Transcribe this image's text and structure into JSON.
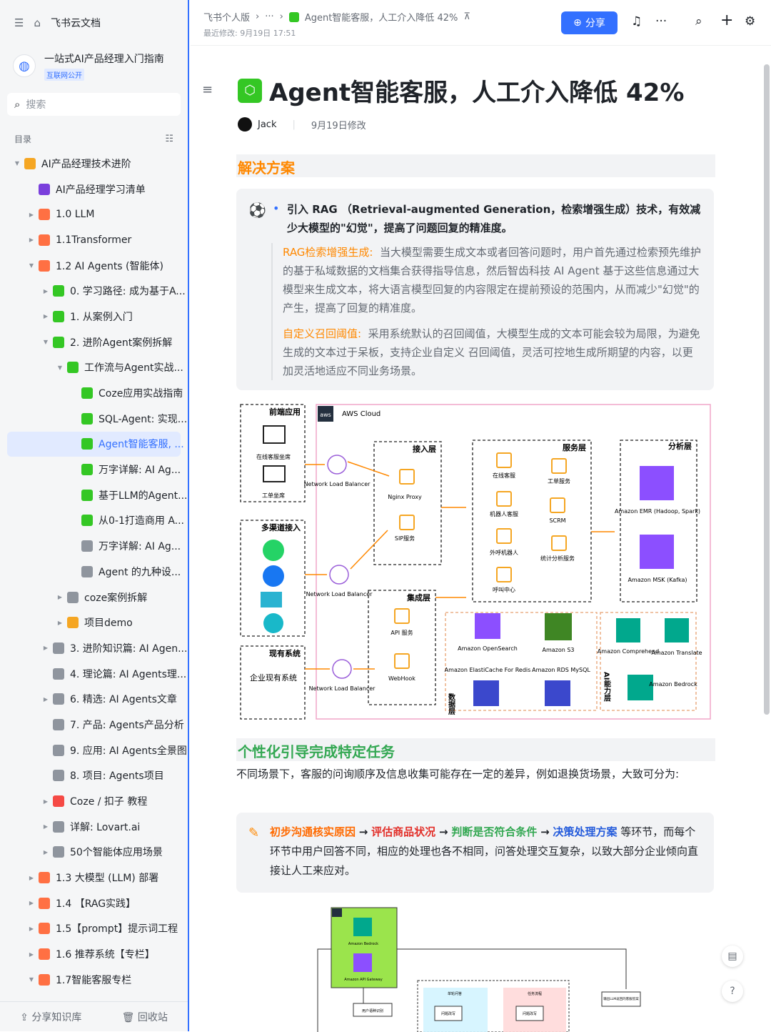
{
  "app": {
    "name": "飞书云文档"
  },
  "knowledge_base": {
    "title": "一站式AI产品经理入门指南",
    "tag": "互联网公开"
  },
  "search": {
    "placeholder": "搜索"
  },
  "toc": {
    "label": "目录"
  },
  "tree": [
    {
      "label": "AI产品经理技术进阶",
      "expanded": true
    },
    {
      "label": "AI产品经理学习清单"
    },
    {
      "label": "1.0 LLM"
    },
    {
      "label": "1.1Transformer"
    },
    {
      "label": "1.2 AI Agents (智能体)",
      "expanded": true
    },
    {
      "label": "0. 学习路径: 成为基于A..."
    },
    {
      "label": "1. 从案例入门"
    },
    {
      "label": "2. 进阶Agent案例拆解",
      "expanded": true
    },
    {
      "label": "工作流与Agent实战...",
      "expanded": true
    },
    {
      "label": "Coze应用实战指南"
    },
    {
      "label": "SQL-Agent: 实现..."
    },
    {
      "label": "Agent智能客服, ...",
      "active": true
    },
    {
      "label": "万字详解: AI Ag..."
    },
    {
      "label": "基于LLM的Agent..."
    },
    {
      "label": "从0-1打造商用 A..."
    },
    {
      "label": "万字详解: AI Ag..."
    },
    {
      "label": "Agent 的九种设..."
    },
    {
      "label": "coze案例拆解"
    },
    {
      "label": "项目demo"
    },
    {
      "label": "3. 进阶知识篇: AI Agen..."
    },
    {
      "label": "4. 理论篇: AI Agents理..."
    },
    {
      "label": "6. 精选: AI Agents文章"
    },
    {
      "label": "7. 产品: Agents产品分析"
    },
    {
      "label": "9. 应用: AI Agents全景图"
    },
    {
      "label": "8. 项目: Agents项目"
    },
    {
      "label": "Coze / 扣子 教程"
    },
    {
      "label": "详解: Lovart.ai"
    },
    {
      "label": "50个智能体应用场景"
    },
    {
      "label": "1.3 大模型 (LLM) 部署"
    },
    {
      "label": "1.4 【RAG实践】"
    },
    {
      "label": "1.5【prompt】提示词工程"
    },
    {
      "label": "1.6 推荐系统【专栏】"
    },
    {
      "label": "1.7智能客服专栏",
      "expanded": true
    }
  ],
  "footer": {
    "share": "分享知识库",
    "trash": "回收站"
  },
  "topbar": {
    "breadcrumb_root": "飞书个人版",
    "breadcrumb_more": "···",
    "breadcrumb_current": "Agent智能客服，人工介入降低 42%",
    "modified": "最近修改: 9月19日 17:51",
    "share_label": "分享"
  },
  "doc": {
    "title": "Agent智能客服，人工介入降低 42%",
    "author": "Jack",
    "modified": "9月19日修改",
    "section1": "解决方案",
    "bullet_title": "引入 RAG （Retrieval-augmented Generation，检索增强生成）技术，有效减少大模型的\"幻觉\"，提高了问题回复的精准度。",
    "rag_label": "RAG检索增强生成:",
    "rag_text": "当大模型需要生成文本或者回答问题时，用户首先通过检索预先维护的基于私域数据的文档集合获得指导信息，然后智齿科技 AI Agent 基于这些信息通过大模型来生成文本，将大语言模型回复的内容限定在提前预设的范围内，从而减少\"幻觉\"的产生，提高了回复的精准度。",
    "threshold_label": "自定义召回阈值:",
    "threshold_text": "采用系统默认的召回阈值，大模型生成的文本可能会较为局限，为避免生成的文本过于呆板，支持企业自定义 召回阈值，灵活可控地生成所期望的内容，以更加灵活地适应不同业务场景。",
    "section2": "个性化引导完成特定任务",
    "para": "不同场景下，客服的问询顺序及信息收集可能存在一定的差异，例如退换货场景，大致可分为:",
    "flow_steps": [
      "初步沟通核实原因",
      "评估商品状况",
      "判断是否符合条件",
      "决策处理方案"
    ],
    "flow_rest": "等环节，而每个环节中用户回答不同，相应的处理也各不相同，问答处理交互复杂，以致大部分企业倾向直接让人工来应对。"
  },
  "arch": {
    "frontend": "前端应用",
    "online_seat": "在线客服坐席",
    "ticket_seat": "工单坐席",
    "aws_cloud": "AWS Cloud",
    "aws_logo": "aws",
    "access_layer": "接入层",
    "nginx": "Nginx Proxy",
    "sip": "SIP服务",
    "service_layer": "服务层",
    "svc": [
      "在线客服",
      "工单服务",
      "机器人客服",
      "SCRM",
      "外呼机器人",
      "统计分析服务",
      "呼叫中心"
    ],
    "analysis_layer": "分析层",
    "emr": "Amazon EMR (Hadoop, Spark)",
    "msk": "Amazon MSK (Kafka)",
    "multichannel": "多渠道接入",
    "nlb": "Network Load Balancer",
    "integration_layer": "集成层",
    "api": "API 服务",
    "webhook": "WebHook",
    "legacy": "现有系统",
    "enterprise": "企业现有系统",
    "data_layer": "数据层",
    "opensearch": "Amazon OpenSearch",
    "s3": "Amazon S3",
    "elasticache": "Amazon ElastiCache For Redis",
    "rds": "Amazon RDS MySQL",
    "ai_layer": "AI能力层",
    "comprehend": "Amazon Comprehend",
    "translate": "Amazon Translate",
    "bedrock": "Amazon Bedrock"
  },
  "arch2": {
    "bedrock": "Amazon Bedrock",
    "gateway": "Amazon API Gateway",
    "lang": "用户语种识别",
    "single_qa": "单轮问答",
    "rewrite": "问题改写",
    "task_flow": "任务流程",
    "llm_return": "输出LLM返回的客服答案"
  }
}
